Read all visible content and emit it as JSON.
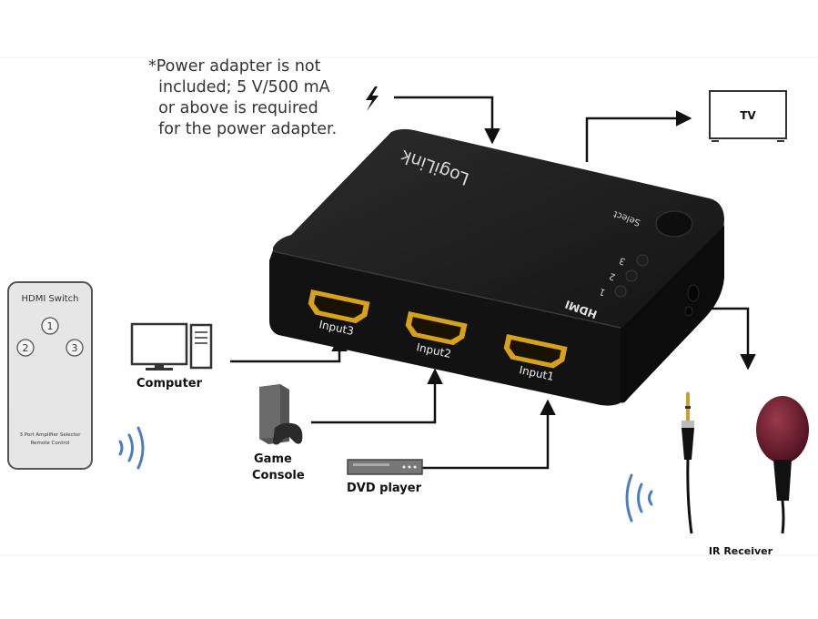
{
  "note": {
    "lines": [
      "*Power adapter is not",
      "  included; 5 V/500 mA",
      "  or above is required",
      "  for the power adapter."
    ]
  },
  "device": {
    "brand": "LogiLink",
    "select_label": "Select",
    "hdmi_label": "HDMI",
    "leds": [
      "1",
      "2",
      "3"
    ],
    "ports": [
      "Input3",
      "Input2",
      "Input1"
    ]
  },
  "tv_label": "TV",
  "remote": {
    "title": "HDMI Switch",
    "buttons": [
      "1",
      "2",
      "3"
    ],
    "caption_1": "3 Port Amplifier Selector",
    "caption_2": "Remote Control"
  },
  "sources": {
    "computer": "Computer",
    "game_line1": "Game",
    "game_line2": "Console",
    "dvd": "DVD player"
  },
  "ir_label": "IR Receiver",
  "colors": {
    "device_body": "#1b1b1b",
    "hdmi_gold": "#d6a21c",
    "wifi_blue": "#4a7ec2",
    "ir_red": "#6b1a2a"
  }
}
